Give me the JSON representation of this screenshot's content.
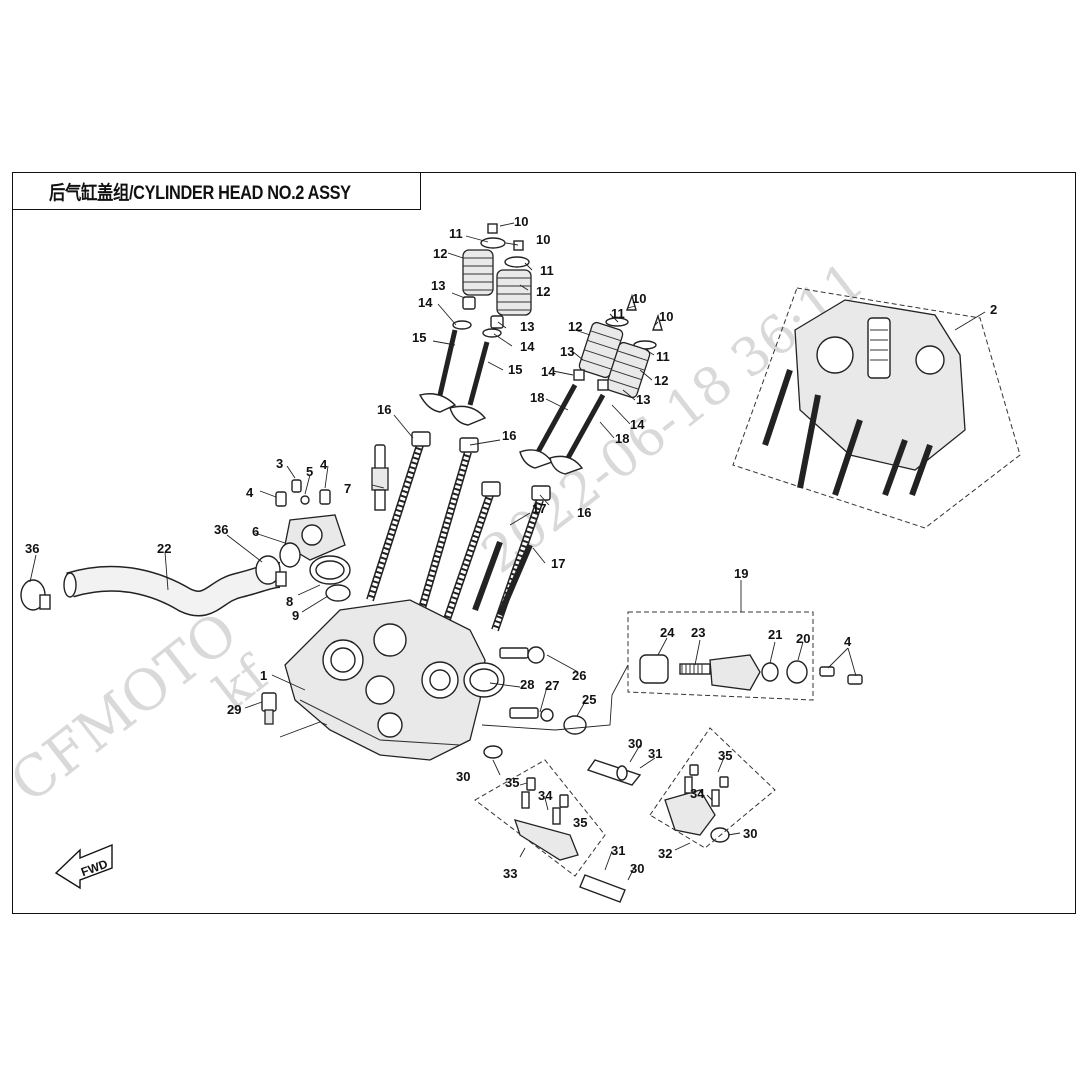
{
  "title": "后气缸盖组/CYLINDER HEAD NO.2 ASSY",
  "watermark": {
    "brand": "CFMOTO",
    "dealer": "kf",
    "timestamp": "2022-06-18 36:11"
  },
  "fwd_label": "FWD",
  "callouts": [
    {
      "id": "c10a",
      "label": "10"
    },
    {
      "id": "c10b",
      "label": "10"
    },
    {
      "id": "c10c",
      "label": "10"
    },
    {
      "id": "c10d",
      "label": "10"
    },
    {
      "id": "c11a",
      "label": "11"
    },
    {
      "id": "c11b",
      "label": "11"
    },
    {
      "id": "c11c",
      "label": "11"
    },
    {
      "id": "c11d",
      "label": "11"
    },
    {
      "id": "c12a",
      "label": "12"
    },
    {
      "id": "c12b",
      "label": "12"
    },
    {
      "id": "c12c",
      "label": "12"
    },
    {
      "id": "c12d",
      "label": "12"
    },
    {
      "id": "c13a",
      "label": "13"
    },
    {
      "id": "c13b",
      "label": "13"
    },
    {
      "id": "c13c",
      "label": "13"
    },
    {
      "id": "c13d",
      "label": "13"
    },
    {
      "id": "c14a",
      "label": "14"
    },
    {
      "id": "c14b",
      "label": "14"
    },
    {
      "id": "c14c",
      "label": "14"
    },
    {
      "id": "c14d",
      "label": "14"
    },
    {
      "id": "c15a",
      "label": "15"
    },
    {
      "id": "c15b",
      "label": "15"
    },
    {
      "id": "c16a",
      "label": "16"
    },
    {
      "id": "c16b",
      "label": "16"
    },
    {
      "id": "c16c",
      "label": "16"
    },
    {
      "id": "c17a",
      "label": "17"
    },
    {
      "id": "c17b",
      "label": "17"
    },
    {
      "id": "c18a",
      "label": "18"
    },
    {
      "id": "c18b",
      "label": "18"
    },
    {
      "id": "c2",
      "label": "2"
    },
    {
      "id": "c3",
      "label": "3"
    },
    {
      "id": "c5",
      "label": "5"
    },
    {
      "id": "c4a",
      "label": "4"
    },
    {
      "id": "c4b",
      "label": "4"
    },
    {
      "id": "c4c",
      "label": "4"
    },
    {
      "id": "c7",
      "label": "7"
    },
    {
      "id": "c36a",
      "label": "36"
    },
    {
      "id": "c36b",
      "label": "36"
    },
    {
      "id": "c6",
      "label": "6"
    },
    {
      "id": "c22",
      "label": "22"
    },
    {
      "id": "c8",
      "label": "8"
    },
    {
      "id": "c9",
      "label": "9"
    },
    {
      "id": "c19",
      "label": "19"
    },
    {
      "id": "c24",
      "label": "24"
    },
    {
      "id": "c23",
      "label": "23"
    },
    {
      "id": "c21",
      "label": "21"
    },
    {
      "id": "c20",
      "label": "20"
    },
    {
      "id": "c1",
      "label": "1"
    },
    {
      "id": "c29",
      "label": "29"
    },
    {
      "id": "c28",
      "label": "28"
    },
    {
      "id": "c27",
      "label": "27"
    },
    {
      "id": "c26",
      "label": "26"
    },
    {
      "id": "c25",
      "label": "25"
    },
    {
      "id": "c30a",
      "label": "30"
    },
    {
      "id": "c30b",
      "label": "30"
    },
    {
      "id": "c30c",
      "label": "30"
    },
    {
      "id": "c30d",
      "label": "30"
    },
    {
      "id": "c31a",
      "label": "31"
    },
    {
      "id": "c31b",
      "label": "31"
    },
    {
      "id": "c35a",
      "label": "35"
    },
    {
      "id": "c35b",
      "label": "35"
    },
    {
      "id": "c35c",
      "label": "35"
    },
    {
      "id": "c34a",
      "label": "34"
    },
    {
      "id": "c34b",
      "label": "34"
    },
    {
      "id": "c32",
      "label": "32"
    },
    {
      "id": "c33",
      "label": "33"
    }
  ]
}
